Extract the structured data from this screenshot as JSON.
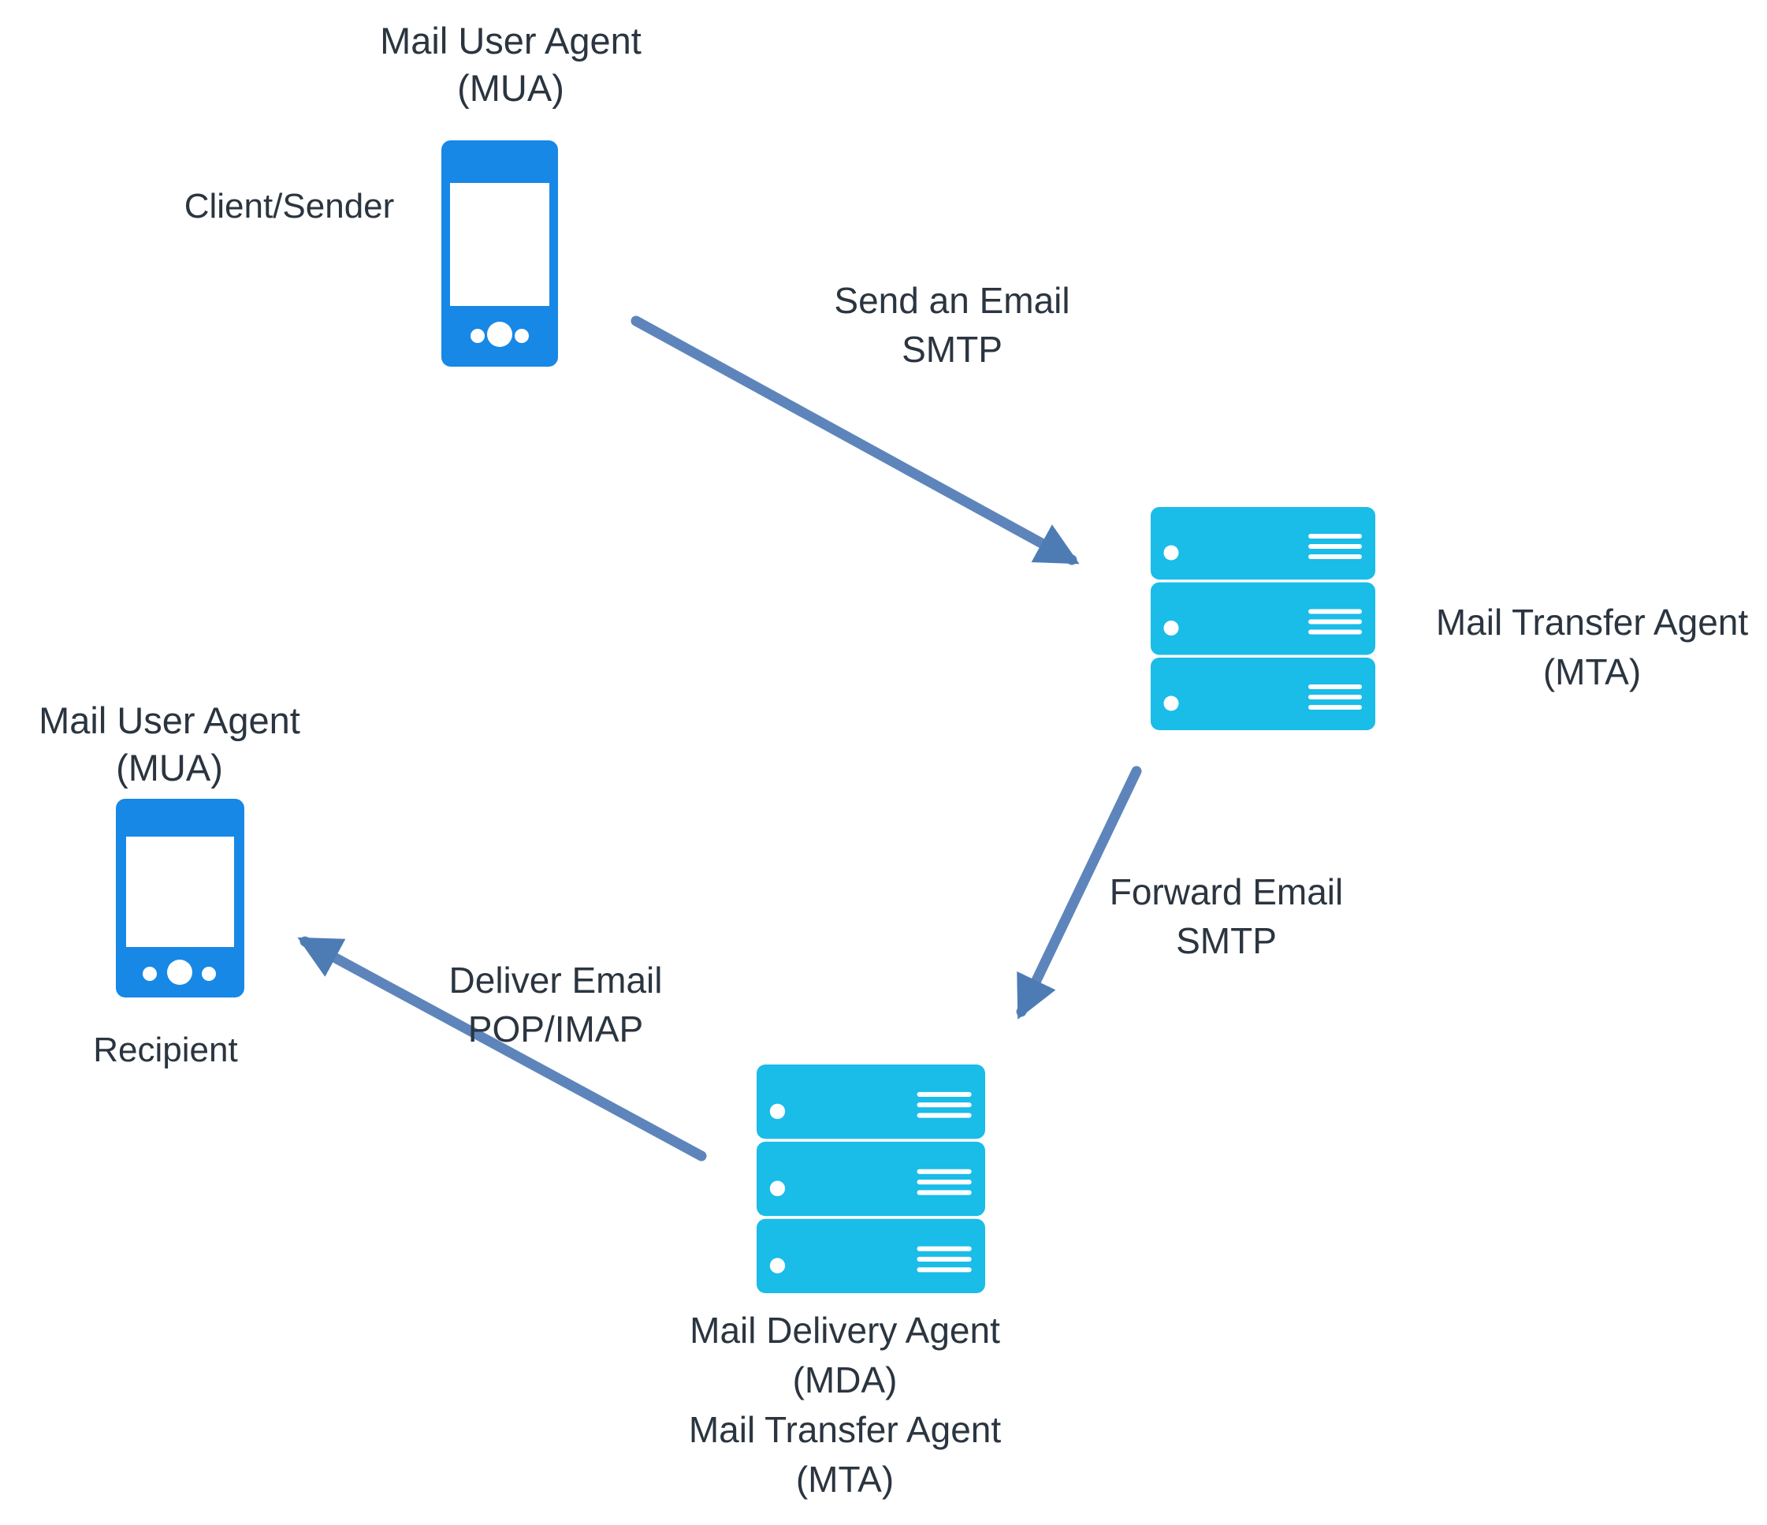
{
  "diagram_title": "Email delivery flow (MUA / MTA / MDA)",
  "colors": {
    "phone_blue": "#1788e5",
    "server_cyan": "#1abce8",
    "arrow_blue": "#5e85bb",
    "arrowhead_blue": "#4d7cb5",
    "text_dark": "#2b3540",
    "background": "#ffffff"
  },
  "nodes": {
    "sender": {
      "title_line1": "Mail User Agent",
      "title_line2": "(MUA)",
      "side_label": "Client/Sender"
    },
    "mta": {
      "label_line1": "Mail Transfer Agent",
      "label_line2": "(MTA)"
    },
    "mda": {
      "label_line1": "Mail Delivery Agent",
      "label_line2": "(MDA)",
      "label_line3": "Mail Transfer Agent",
      "label_line4": "(MTA)"
    },
    "recipient": {
      "title_line1": "Mail User Agent",
      "title_line2": "(MUA)",
      "bottom_label": "Recipient"
    }
  },
  "edges": {
    "send": {
      "line1": "Send an Email",
      "line2": "SMTP"
    },
    "forward": {
      "line1": "Forward Email",
      "line2": "SMTP"
    },
    "deliver": {
      "line1": "Deliver Email",
      "line2": "POP/IMAP"
    }
  }
}
